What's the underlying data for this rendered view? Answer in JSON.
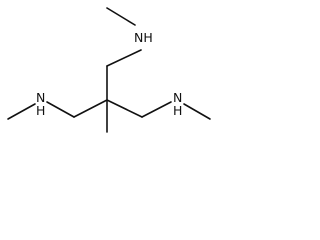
{
  "molecule": {
    "atom_labels": {
      "n_top": "NH",
      "n_left": "N",
      "n_left_h": "H",
      "n_right": "N",
      "n_right_h": "H"
    },
    "colors": {
      "bond": "#111111",
      "text": "#111111",
      "background": "#ffffff"
    }
  }
}
